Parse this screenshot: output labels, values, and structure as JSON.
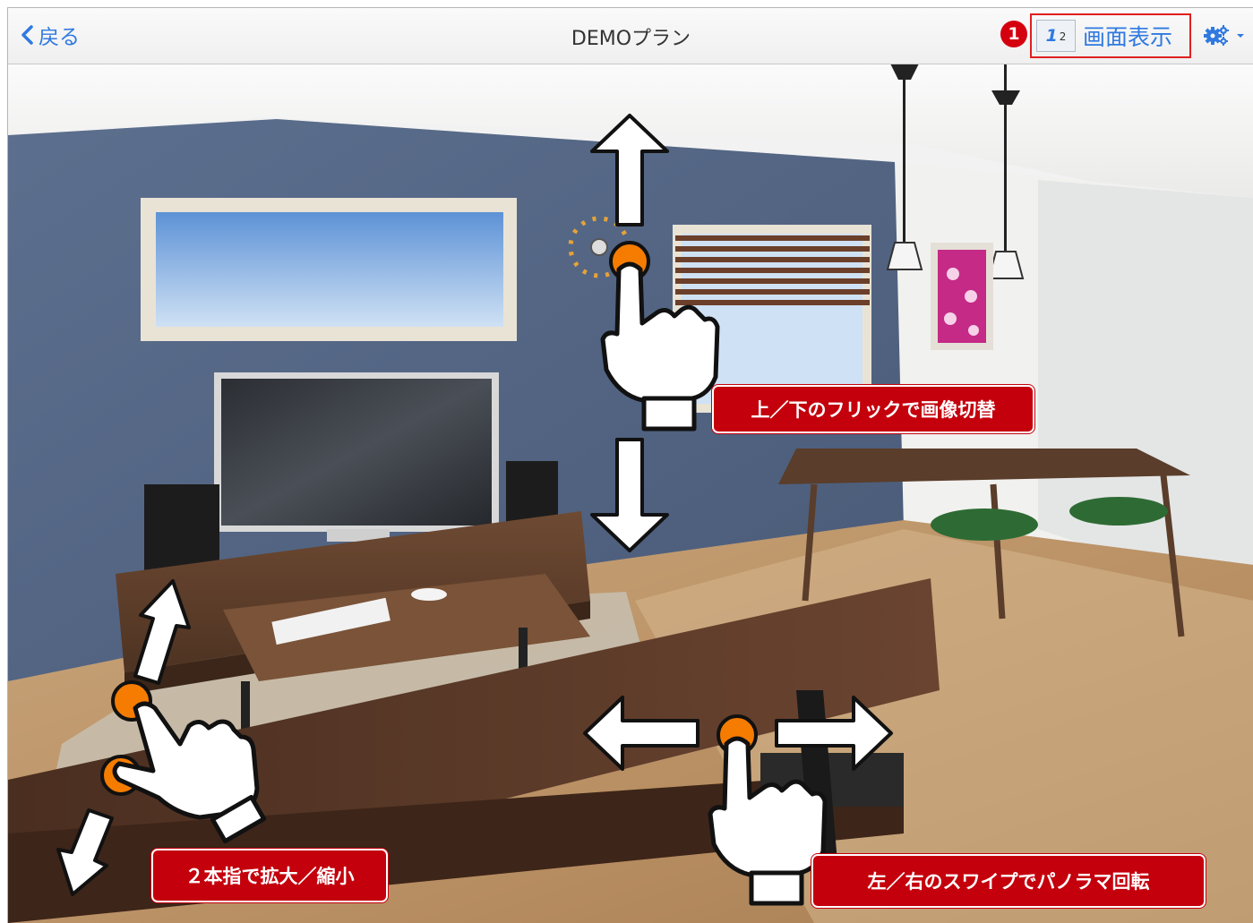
{
  "header": {
    "back_label": "戻る",
    "title": "DEMOプラン",
    "screen_toggle": {
      "icon_num_primary": "1",
      "icon_num_secondary": "2",
      "label": "画面表示"
    },
    "accent_color": "#2f79e0"
  },
  "callout": {
    "number": "1",
    "color": "#d4000f"
  },
  "hints": {
    "flick": "上／下のフリックで画像切替",
    "pinch": "２本指で拡大／縮小",
    "swipe": "左／右のスワイプでパノラマ回転",
    "label_color": "#c4000c",
    "touch_dot_color": "#f57c00"
  }
}
